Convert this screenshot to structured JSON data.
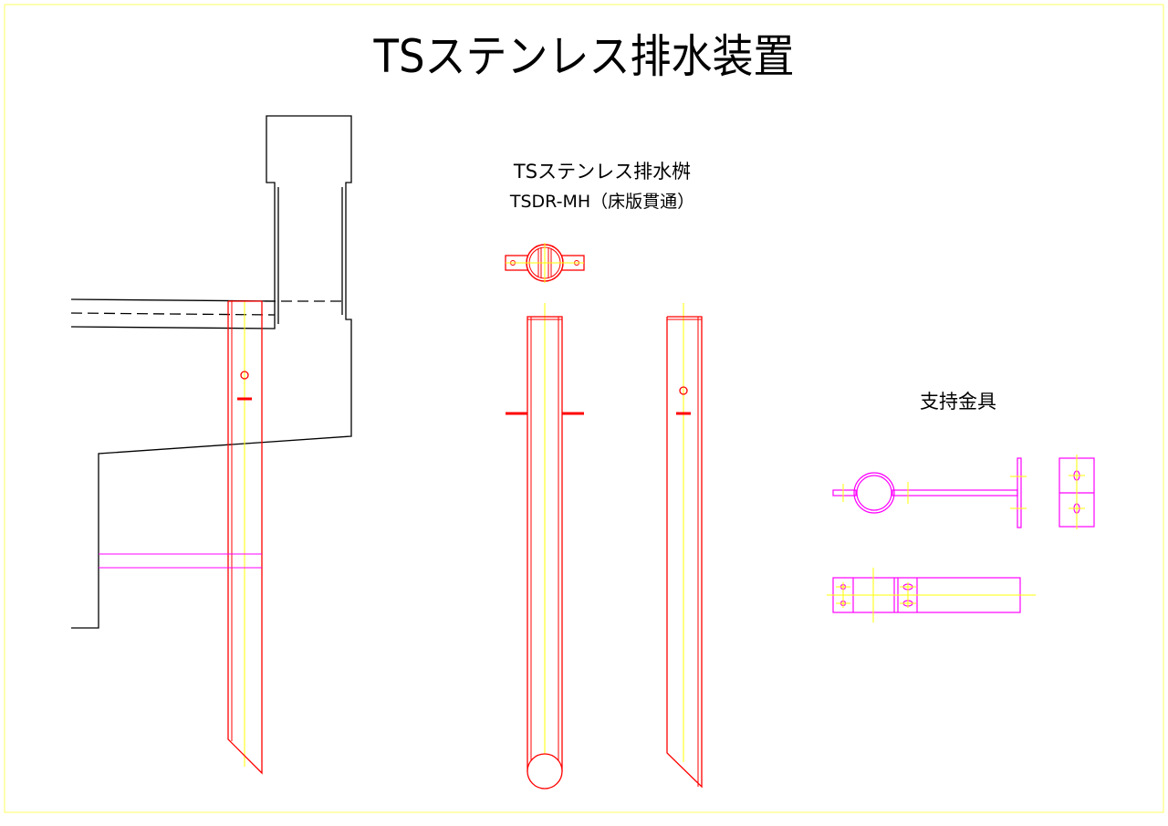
{
  "title": "TSステンレス排水装置",
  "product": {
    "name": "TSステンレス排水桝",
    "model": "TSDR-MH（床版貫通）"
  },
  "support": {
    "label": "支持金具"
  },
  "colors": {
    "border": "#ffff66",
    "outline": "#000000",
    "pipe": "#ff0000",
    "center": "#ffff00",
    "bracket": "#ff00ff"
  }
}
